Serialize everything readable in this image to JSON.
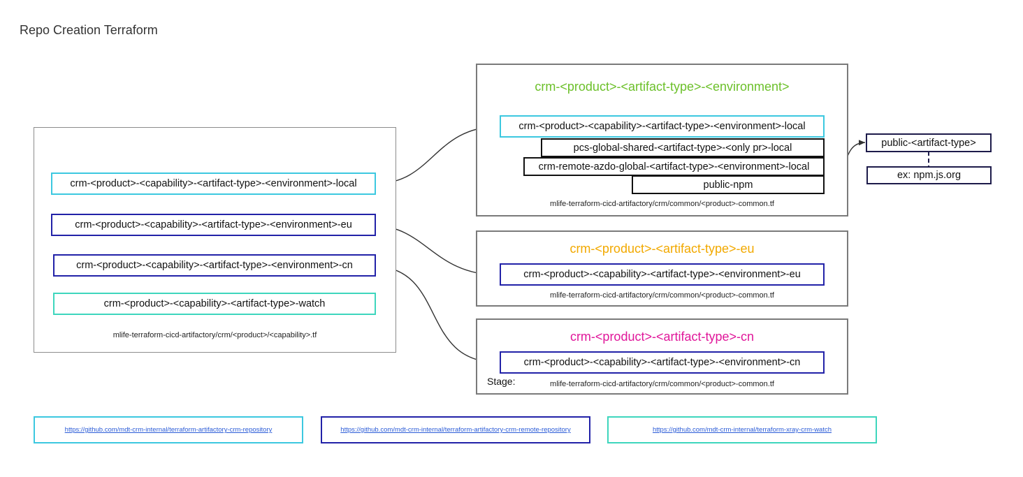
{
  "title": "Repo Creation Terraform",
  "left_group": {
    "nodes": [
      "crm-<product>-<capability>-<artifact-type>-<environment>-local",
      "crm-<product>-<capability>-<artifact-type>-<environment>-eu",
      "crm-<product>-<capability>-<artifact-type>-<environment>-cn",
      "crm-<product>-<capability>-<artifact-type>-watch"
    ],
    "caption": "mlife-terraform-cicd-artifactory/crm/<product>/<capability>.tf"
  },
  "local_group": {
    "heading": "crm-<product>-<artifact-type>-<environment>",
    "heading_color": "#6cc02a",
    "nodes": [
      "crm-<product>-<capability>-<artifact-type>-<environment>-local",
      "pcs-global-shared-<artifact-type>-<only pr>-local",
      "crm-remote-azdo-global-<artifact-type>-<environment>-local",
      "public-npm"
    ],
    "caption": "mlife-terraform-cicd-artifactory/crm/common/<product>-common.tf"
  },
  "eu_group": {
    "heading": "crm-<product>-<artifact-type>-eu",
    "heading_color": "#f2a900",
    "node": "crm-<product>-<capability>-<artifact-type>-<environment>-eu",
    "caption": "mlife-terraform-cicd-artifactory/crm/common/<product>-common.tf"
  },
  "cn_group": {
    "heading": "crm-<product>-<artifact-type>-cn",
    "heading_color": "#e0179a",
    "node": "crm-<product>-<capability>-<artifact-type>-<environment>-cn",
    "stage_label": "Stage:",
    "caption": "mlife-terraform-cicd-artifactory/crm/common/<product>-common.tf"
  },
  "public_group": {
    "node": "public-<artifact-type>",
    "example": "ex: npm.js.org"
  },
  "links": [
    "https://github.com/mdt-crm-internal/terraform-artifactory-crm-repository",
    "https://github.com/mdt-crm-internal/terraform-artifactory-crm-remote-repository",
    "https://github.com/mdt-crm-internal/terraform-xray-crm-watch"
  ]
}
